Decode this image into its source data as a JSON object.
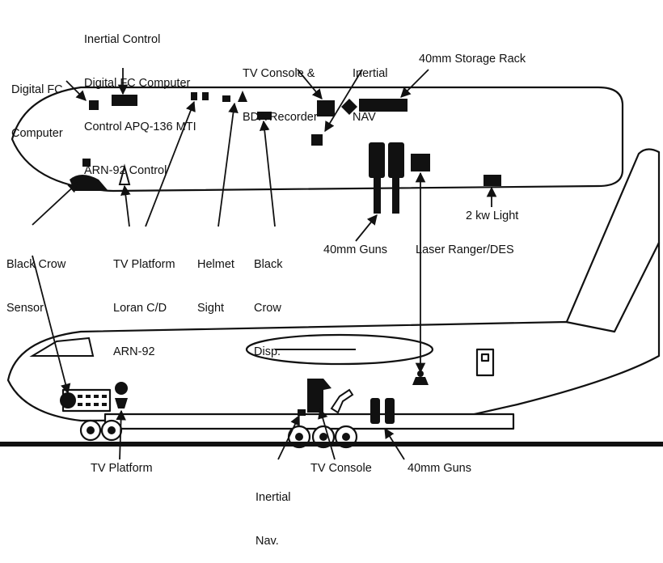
{
  "title": "",
  "labels": {
    "inertial_stack": [
      "Inertial Control",
      "Digital FC Computer",
      "Control APQ-136 MTI",
      "ARN-92 Control"
    ],
    "digital_fc": [
      "Digital FC",
      "Computer"
    ],
    "tv_console_bda": [
      "TV Console &",
      "BDA Recorder"
    ],
    "inertial_nav_top": [
      "Inertial",
      "NAV"
    ],
    "storage_rack": "40mm Storage Rack",
    "light_2kw": "2 kw Light",
    "black_crow_sensor": [
      "Black Crow",
      "Sensor"
    ],
    "tv_platform_loran": [
      "TV Platform",
      "Loran C/D",
      "ARN-92"
    ],
    "helmet_sight": [
      "Helmet",
      "Sight"
    ],
    "black_crow_disp": [
      "Black",
      "Crow",
      "Disp."
    ],
    "guns_top": "40mm Guns",
    "laser_ranger": "Laser Ranger/DES",
    "tv_platform_bottom": "TV Platform",
    "inertial_nav_bottom": [
      "Inertial",
      "Nav."
    ],
    "tv_console_bottom": "TV Console",
    "guns_bottom": "40mm Guns"
  }
}
